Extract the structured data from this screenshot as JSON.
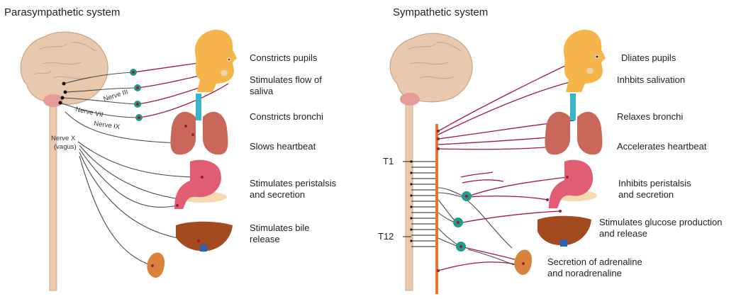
{
  "parasympathetic": {
    "title": "Parasympathetic system",
    "nerve_labels": [
      "Nerve III",
      "Nerve VII",
      "Nerve IX",
      "Nerve X",
      "(vagus)"
    ],
    "effects": [
      [
        "Constricts pupils"
      ],
      [
        "Stimulates flow of",
        "saliva"
      ],
      [
        "Constricts bronchi"
      ],
      [
        "Slows heartbeat"
      ],
      [
        "Stimulates peristalsis",
        "and secretion"
      ],
      [
        "Stimulates bile",
        "release"
      ]
    ]
  },
  "sympathetic": {
    "title": "Sympathetic system",
    "spine_labels": [
      "T1",
      "T12"
    ],
    "effects": [
      [
        "Dliates pupils"
      ],
      [
        "Inhbits salivation"
      ],
      [
        "Relaxes bronchi"
      ],
      [
        "Accelerates heartbeat"
      ],
      [
        "Inhibits peristalsis",
        "and secretion"
      ],
      [
        "Stimulates glucose production",
        "and release"
      ],
      [
        "Secretion of adrenaline",
        "and noradrenaline"
      ]
    ]
  },
  "colors": {
    "nerve_red": "#a3193d",
    "nerve_gray": "#4a4a4a",
    "ganglion": "#1e9b8a",
    "brain": "#e9c9ad",
    "head": "#f5b54a",
    "lungs": "#c9685a",
    "trachea": "#37b6c8",
    "stomach": "#e05d74",
    "liver": "#a34a1e",
    "kidney": "#d9823b",
    "spine": "#e9c9ad",
    "sympathetic_trunk": "#e6742d"
  }
}
